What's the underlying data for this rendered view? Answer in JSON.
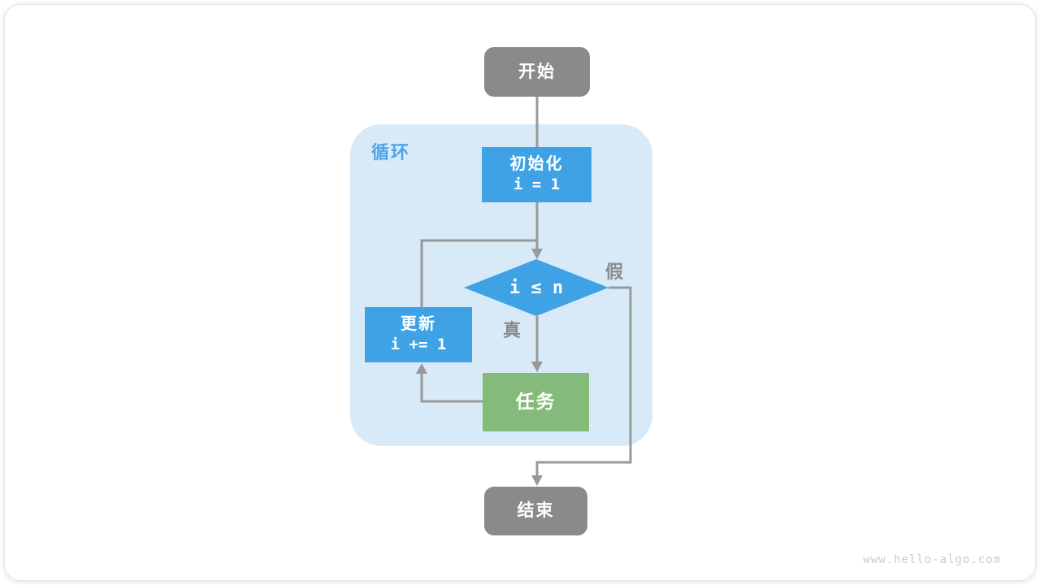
{
  "watermark": "www.hello-algo.com",
  "flowchart": {
    "start": {
      "label": "开始"
    },
    "loop_region": {
      "label": "循环"
    },
    "init": {
      "title": "初始化",
      "code": "i = 1"
    },
    "condition": {
      "expr": "i ≤ n"
    },
    "branch_true": "真",
    "branch_false": "假",
    "update": {
      "title": "更新",
      "code": "i += 1"
    },
    "task": {
      "label": "任务"
    },
    "end": {
      "label": "结束"
    },
    "colors": {
      "node_gray": "#8a8a8a",
      "node_blue": "#3ea2e4",
      "node_green": "#85bb7a",
      "loop_background": "#d8eaf7",
      "loop_label_blue": "#4da6e8",
      "connector_gray": "#999999",
      "branch_label_gray": "#8a8a8a",
      "watermark_gray": "#cbcbcb"
    }
  }
}
